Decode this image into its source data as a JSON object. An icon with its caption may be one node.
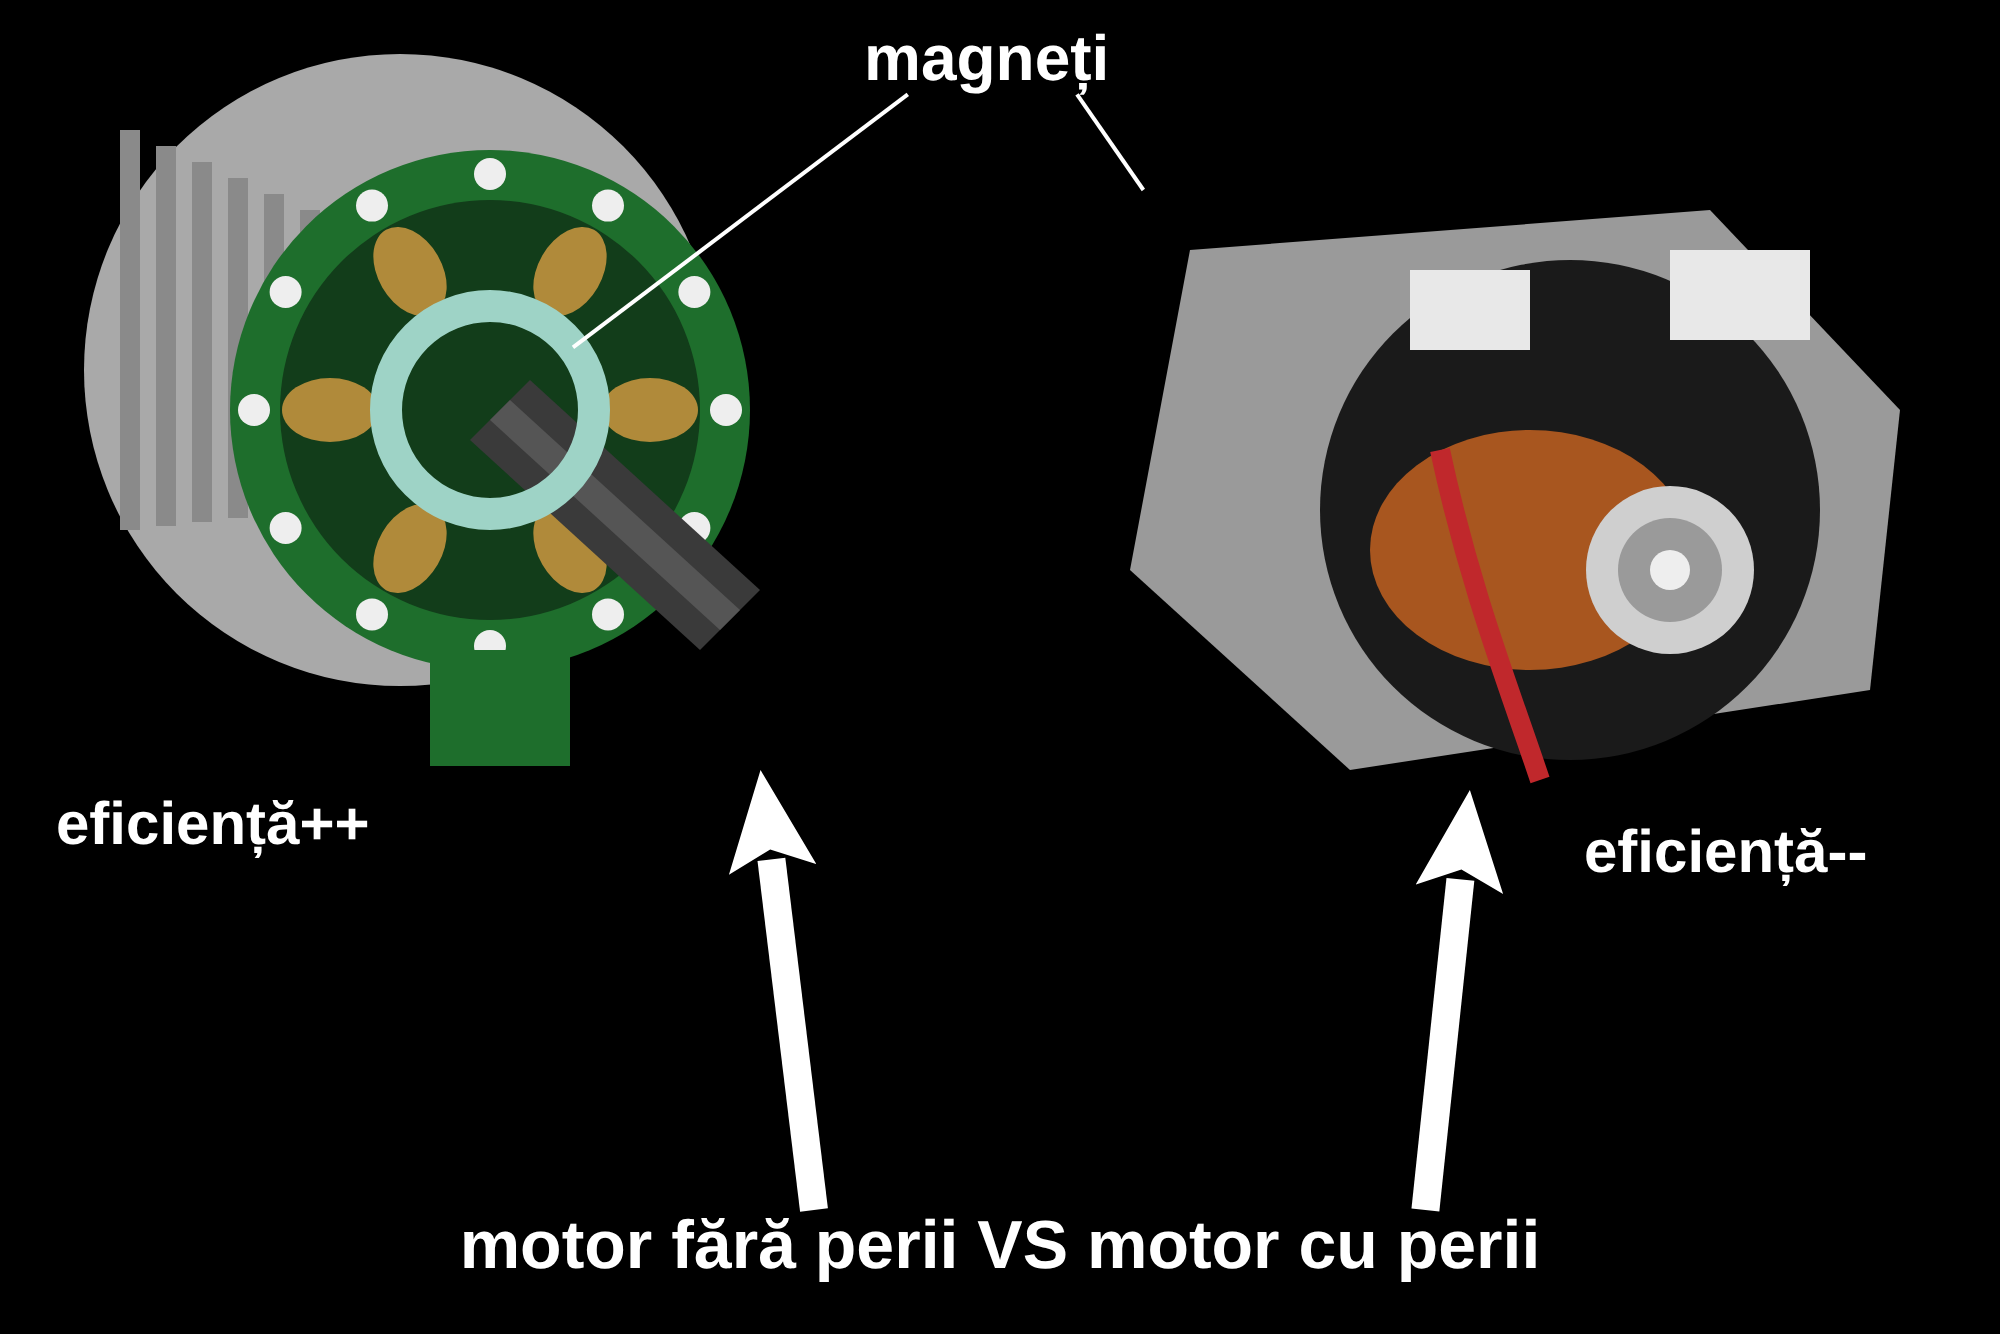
{
  "diagram": {
    "nodes": [
      {
        "text": [
          "magneți"
        ]
      },
      {
        "text": [],
        "shape": "picture"
      },
      {
        "text": [],
        "shape": "circle",
        "in": 1
      },
      {
        "text": [],
        "shape": "picture"
      },
      {
        "text": [
          "motor fără perii VS motor cu perii"
        ]
      }
    ],
    "edges": [
      {
        "from": 0,
        "to": 2,
        "arrow": "none"
      },
      {
        "from": 0,
        "to": 3,
        "arrow": "none"
      },
      {
        "from": 4,
        "to": 1,
        "arrow": "to",
        "style": "thick"
      },
      {
        "from": 4,
        "to": 3,
        "arrow": "to",
        "style": "thick"
      }
    ],
    "labels": [
      "eficiență++",
      "eficiență--"
    ]
  }
}
